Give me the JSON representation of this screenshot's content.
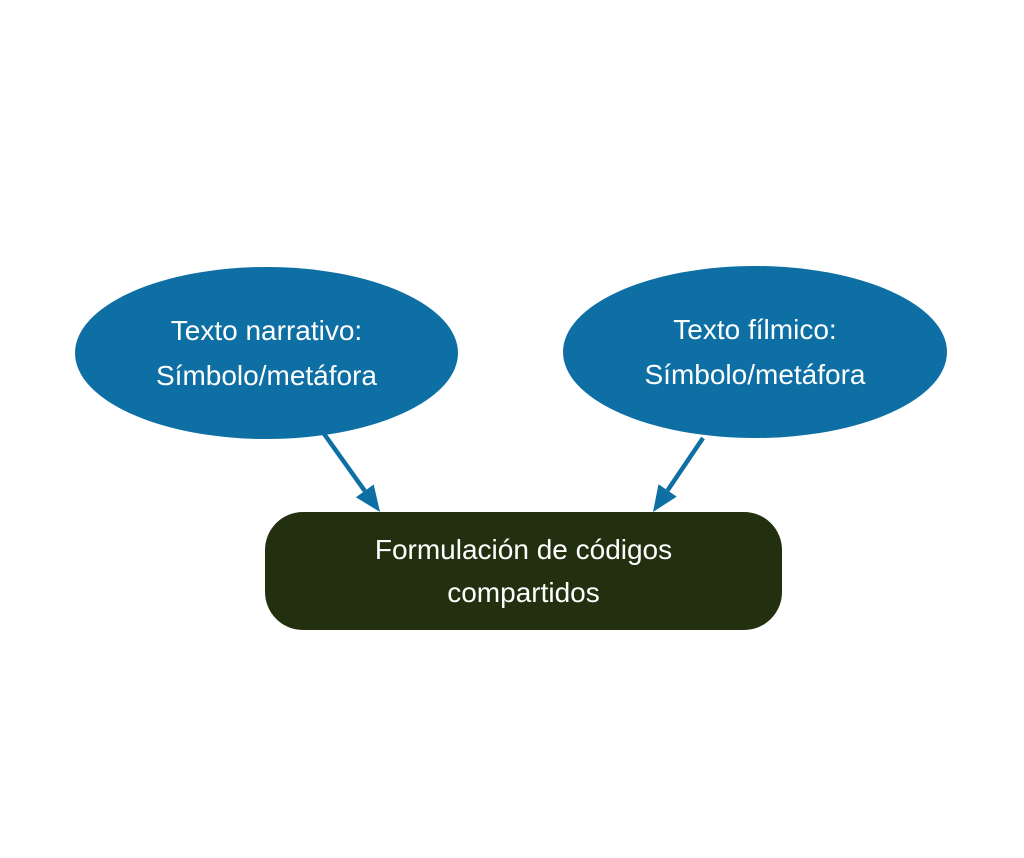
{
  "diagram": {
    "nodes": {
      "left": {
        "line1": "Texto narrativo:",
        "line2": "Símbolo/metáfora"
      },
      "right": {
        "line1": "Texto fílmico:",
        "line2": "Símbolo/metáfora"
      },
      "bottom": {
        "label": "Formulación de códigos compartidos"
      }
    },
    "edges": [
      {
        "from": "left",
        "to": "bottom"
      },
      {
        "from": "right",
        "to": "bottom"
      }
    ],
    "colors": {
      "ellipse_fill": "#0E6FA4",
      "box_fill": "#22300F",
      "text": "#FFFFFF",
      "arrow": "#0E6FA4",
      "background": "#FFFFFF"
    }
  }
}
